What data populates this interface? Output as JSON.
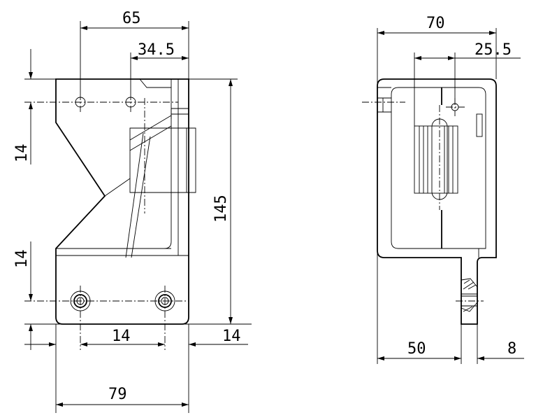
{
  "drawing": {
    "front_view": {
      "dimensions": {
        "top_width": "65",
        "hole_offset": "34.5",
        "upper_left_height": "14",
        "lower_left_height": "14",
        "overall_height": "145",
        "hole_spacing": "14",
        "right_offset": "14",
        "overall_width": "79"
      }
    },
    "side_view": {
      "dimensions": {
        "top_width": "70",
        "top_offset": "25.5",
        "bottom_width": "50",
        "bottom_offset": "8"
      }
    }
  }
}
